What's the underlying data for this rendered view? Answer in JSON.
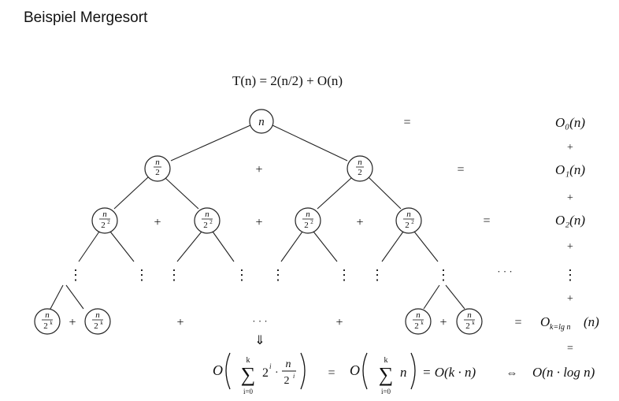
{
  "slide": {
    "title": "Beispiel Mergesort"
  },
  "recurrence": "T(n) = 2(n/2) + O(n)",
  "nodes": {
    "root": "n",
    "half_num": "n",
    "half_den": "2",
    "quarter_num": "n",
    "quarter_den": "2",
    "quarter_exp": "2",
    "leaf_num": "n",
    "leaf_den": "2",
    "leaf_exp": "k"
  },
  "symbols": {
    "plus": "+",
    "equals": "=",
    "vdots": "⋮",
    "hdots": "· · ·",
    "down_arrow": "⇓",
    "iff": "⇔"
  },
  "levels": {
    "l0": "O₀(n)",
    "l1": "O₁(n)",
    "l2": "O₂(n)",
    "lk_main": "O",
    "lk_sub": "k=lg n",
    "lk_arg": "(n)"
  },
  "formula": {
    "O": "O",
    "sum": "∑",
    "upper": "k",
    "lower": "i=0",
    "term_base": "2",
    "term_exp": "i",
    "dot": "·",
    "frac_num": "n",
    "frac_den": "2",
    "frac_den_exp": "i",
    "n": "n",
    "eq_kn": "= O(k · n)",
    "result": "O(n · log n)"
  }
}
